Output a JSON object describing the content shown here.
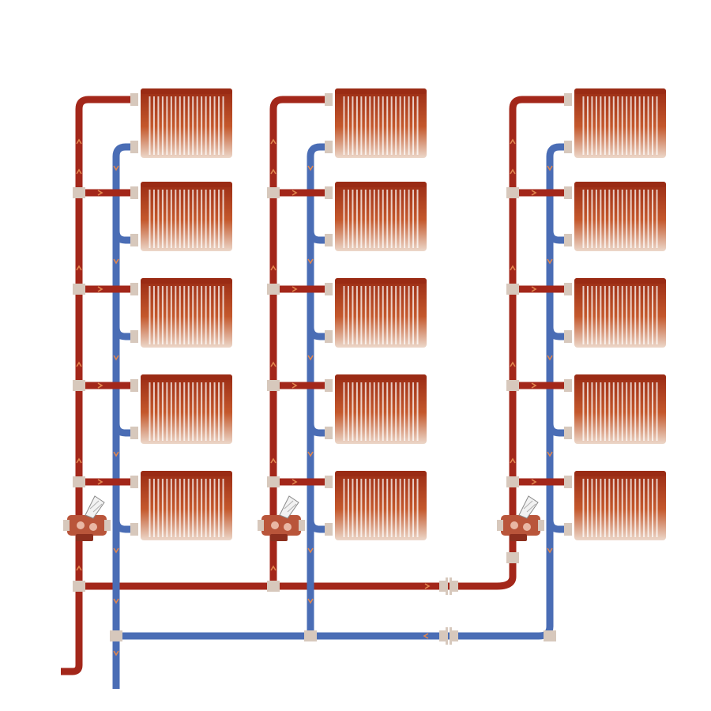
{
  "diagram": {
    "kind": "heating-riser-scheme",
    "colors": {
      "supply": "#a3271a",
      "return": "#4a6db5",
      "fitting": "#d7c8bc",
      "radiator_top": "#9a2b14",
      "radiator_bottom": "#ecd8ca",
      "valve_body": "#b9553a",
      "valve_cap": "#f2f2f2",
      "arrow": "#e2874e",
      "background": "#ffffff"
    },
    "risers": [
      {
        "id": "riser-1",
        "radiators": 5,
        "balancing_valve": true
      },
      {
        "id": "riser-2",
        "radiators": 5,
        "balancing_valve": true
      },
      {
        "id": "riser-3",
        "radiators": 5,
        "balancing_valve": true
      }
    ],
    "radiator_rows": 5,
    "flanged_joints": 2,
    "flow_direction": {
      "supply": "up",
      "return": "down"
    }
  }
}
